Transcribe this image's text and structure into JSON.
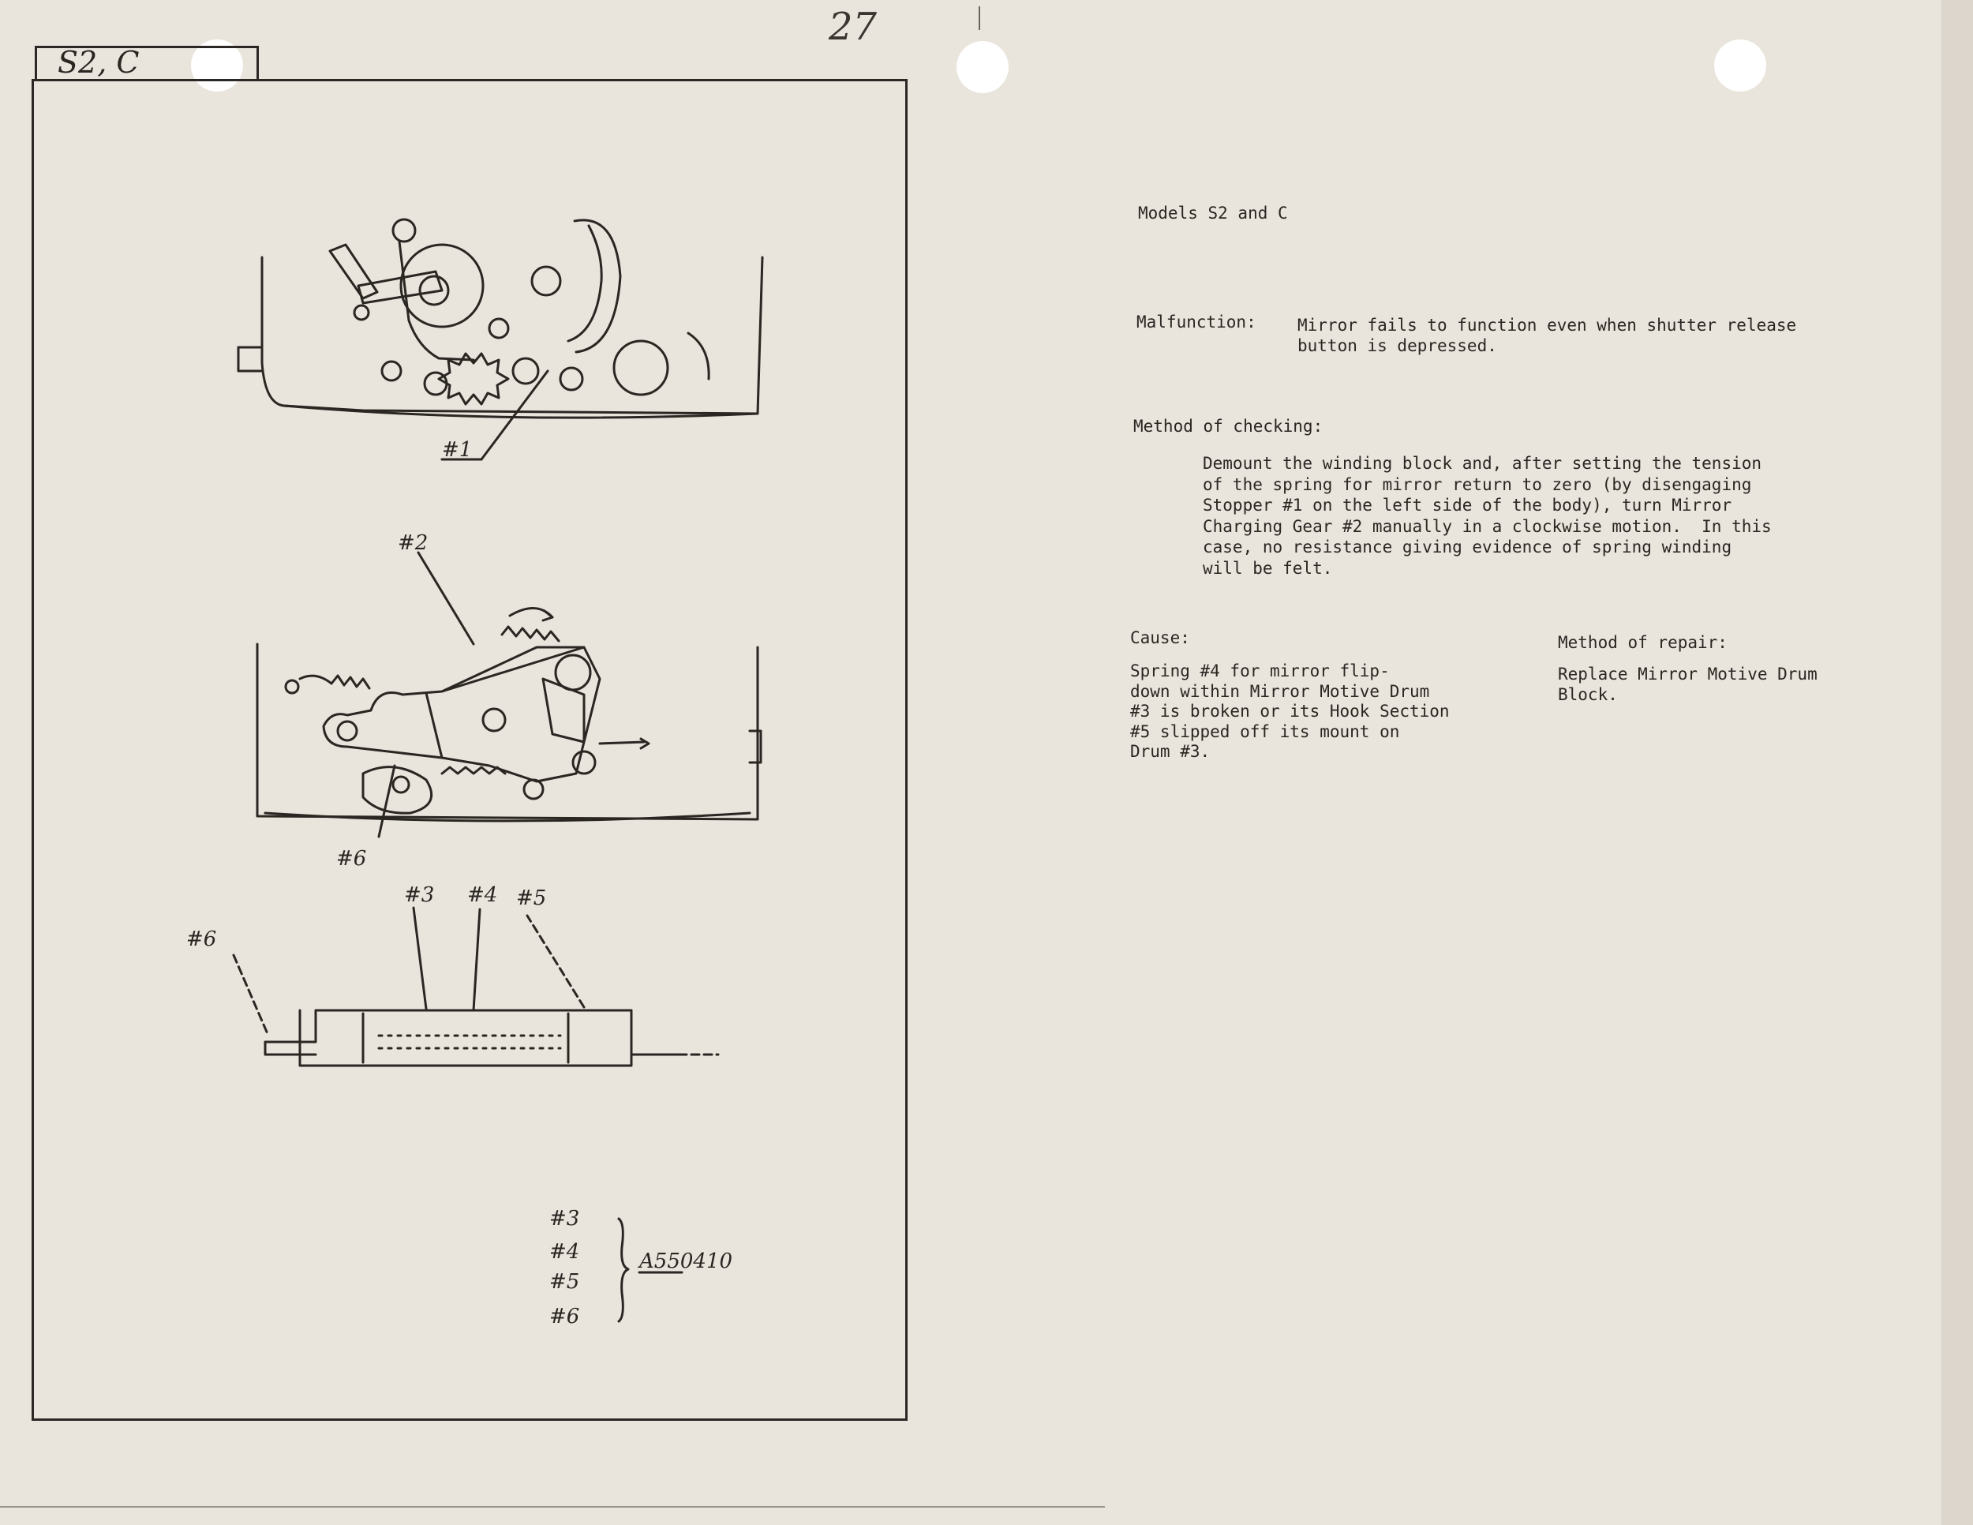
{
  "page": {
    "number": "27",
    "model_tab": "S2, C"
  },
  "figure": {
    "callouts": {
      "top_stopper": "#1",
      "mid_gear": "#2",
      "mid_lower": "#6",
      "drum": "#3",
      "spring": "#4",
      "hook": "#5",
      "side": "#6"
    },
    "parts_list": [
      "#3",
      "#4",
      "#5",
      "#6"
    ],
    "part_number": "A550410"
  },
  "text": {
    "models": "Models S2 and C",
    "malfunction_label": "Malfunction:",
    "malfunction_body": "Mirror fails to function even when shutter release\nbutton is depressed.",
    "method_checking_label": "Method of checking:",
    "method_checking_body": "Demount the winding block and, after setting the tension\nof the spring for mirror return to zero (by disengaging\nStopper #1 on the left side of the body), turn Mirror\nCharging Gear #2 manually in a clockwise motion.  In this\ncase, no resistance giving evidence of spring winding\nwill be felt.",
    "cause_label": "Cause:",
    "cause_body": "Spring #4 for mirror flip-\ndown within Mirror Motive Drum\n#3 is broken or its Hook Section\n#5 slipped off its mount on\nDrum #3.",
    "repair_label": "Method of repair:",
    "repair_body": "Replace Mirror Motive Drum\nBlock."
  }
}
